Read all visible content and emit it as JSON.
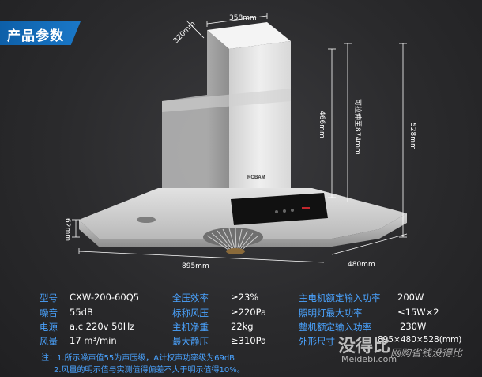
{
  "title": "产品参数",
  "brand_logo": "ROBAM",
  "dimensions": {
    "top_width": "358mm",
    "top_depth": "320mm",
    "chimney_height": "466mm",
    "adjustable_height": "可拉伸至874mm",
    "total_height": "528mm",
    "hood_thickness": "62mm",
    "hood_width": "895mm",
    "hood_depth": "480mm"
  },
  "specs": {
    "col1": [
      {
        "label": "型号",
        "value": "CXW-200-60Q5"
      },
      {
        "label": "噪音",
        "value": "55dB"
      },
      {
        "label": "电源",
        "value": "a.c 220v 50Hz"
      },
      {
        "label": "风量",
        "value": "17 m³/min"
      }
    ],
    "col2": [
      {
        "label": "全压效率",
        "value": "≥23%"
      },
      {
        "label": "标称风压",
        "value": "≥220Pa"
      },
      {
        "label": "主机净重",
        "value": "22kg"
      },
      {
        "label": "最大静压",
        "value": "≥310Pa"
      }
    ],
    "col3": [
      {
        "label": "主电机额定输入功率",
        "value": "200W"
      },
      {
        "label": "照明灯最大功率",
        "value": "≤15W×2"
      },
      {
        "label": "整机额定输入功率",
        "value": "230W"
      },
      {
        "label": "外形尺寸",
        "value": "895×480×528(mm)"
      }
    ]
  },
  "notes": [
    "注：1.所示噪声值55为声压级，A计权声功率级为69dB",
    "2.风量的明示值与实测值得偏差不大于明示值得10%。"
  ],
  "watermark": {
    "main": "没得比",
    "sub": "Meidebi.com",
    "slogan": "网购省钱没得比"
  }
}
